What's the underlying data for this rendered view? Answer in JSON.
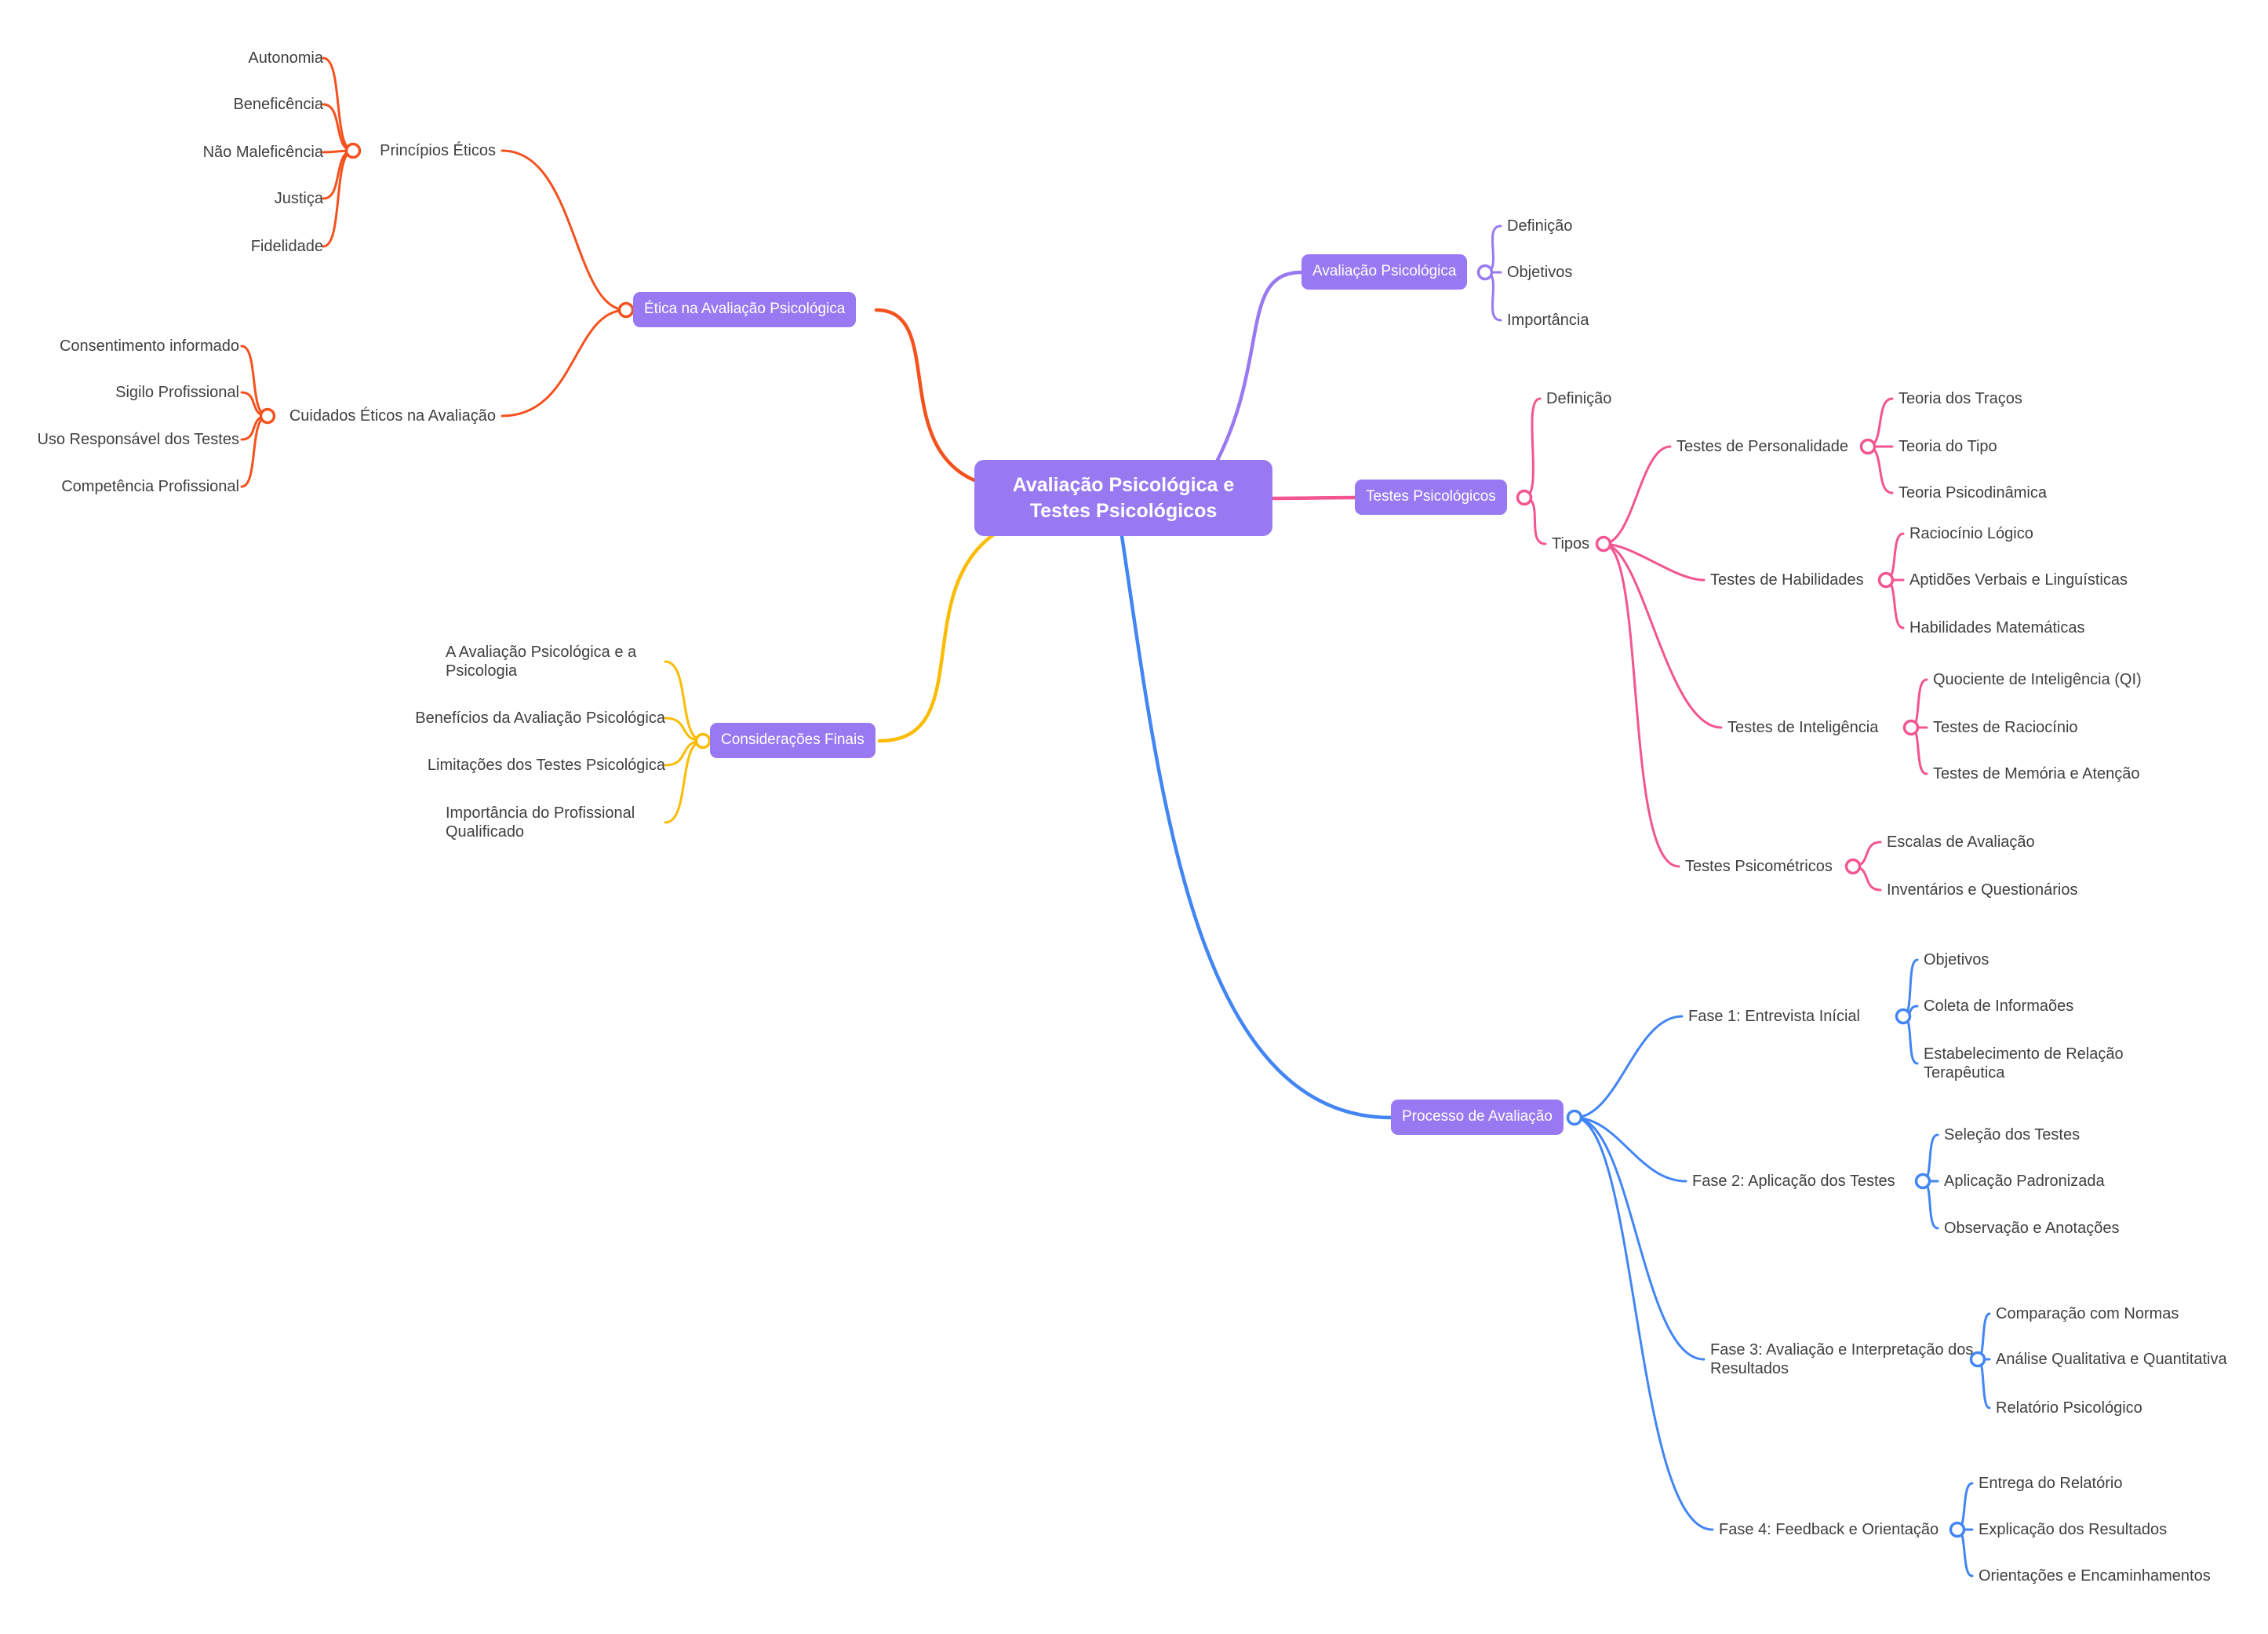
{
  "central": {
    "label": "Avaliação Psicológica e Testes Psicológicos"
  },
  "colors": {
    "node_fill": "#9879F1",
    "branch_purple": "#9879F1",
    "branch_pink": "#F2558F",
    "branch_red": "#F4511E",
    "branch_yellow": "#FBBC05",
    "branch_blue": "#4285F4",
    "label_text": "#404040"
  },
  "topics": {
    "avaliacao": {
      "label": "Avaliação Psicológica",
      "children": [
        "Definição",
        "Objetivos",
        "Importância"
      ]
    },
    "testes": {
      "label": "Testes Psicológicos",
      "definicao": "Definição",
      "tipos": {
        "label": "Tipos",
        "personalidade": {
          "label": "Testes de Personalidade",
          "children": [
            "Teoria dos Traços",
            "Teoria do Tipo",
            "Teoria Psicodinâmica"
          ]
        },
        "habilidades": {
          "label": "Testes de Habilidades",
          "children": [
            "Raciocínio Lógico",
            "Aptidões Verbais e Linguísticas",
            "Habilidades Matemáticas"
          ]
        },
        "inteligencia": {
          "label": "Testes de Inteligência",
          "children": [
            "Quociente de Inteligência (QI)",
            "Testes de Raciocínio",
            "Testes de Memória e Atenção"
          ]
        },
        "psicometricos": {
          "label": "Testes Psicométricos",
          "children": [
            "Escalas de Avaliação",
            "Inventários e Questionários"
          ]
        }
      }
    },
    "etica": {
      "label": "Ética na Avaliação Psicológica",
      "principios": {
        "label": "Princípios Éticos",
        "children": [
          "Autonomia",
          "Beneficência",
          "Não Maleficência",
          "Justiça",
          "Fidelidade"
        ]
      },
      "cuidados": {
        "label": "Cuidados Éticos na Avaliação",
        "children": [
          "Consentimento informado",
          "Sigilo Profissional",
          "Uso Responsável dos Testes",
          "Competência Profissional"
        ]
      }
    },
    "consideracoes": {
      "label": "Considerações Finais",
      "children": [
        "A Avaliação Psicológica e a Psicologia",
        "Benefícios da Avaliação Psicológica",
        "Limitações dos Testes Psicológica",
        "Importância do Profissional Qualificado"
      ]
    },
    "processo": {
      "label": "Processo de Avaliação",
      "fase1": {
        "label": "Fase 1: Entrevista Inícial",
        "children": [
          "Objetivos",
          "Coleta de Informaões",
          "Estabelecimento de Relação Terapêutica"
        ]
      },
      "fase2": {
        "label": "Fase 2: Aplicação dos Testes",
        "children": [
          "Seleção dos Testes",
          "Aplicação Padronizada",
          "Observação e Anotações"
        ]
      },
      "fase3": {
        "label": "Fase 3: Avaliação e Interpretação dos Resultados",
        "children": [
          "Comparação com Normas",
          "Análise Qualitativa e Quantitativa",
          "Relatório Psicológico"
        ]
      },
      "fase4": {
        "label": "Fase 4: Feedback e Orientação",
        "children": [
          "Entrega do Relatório",
          "Explicação dos Resultados",
          "Orientações e Encaminhamentos"
        ]
      }
    }
  }
}
